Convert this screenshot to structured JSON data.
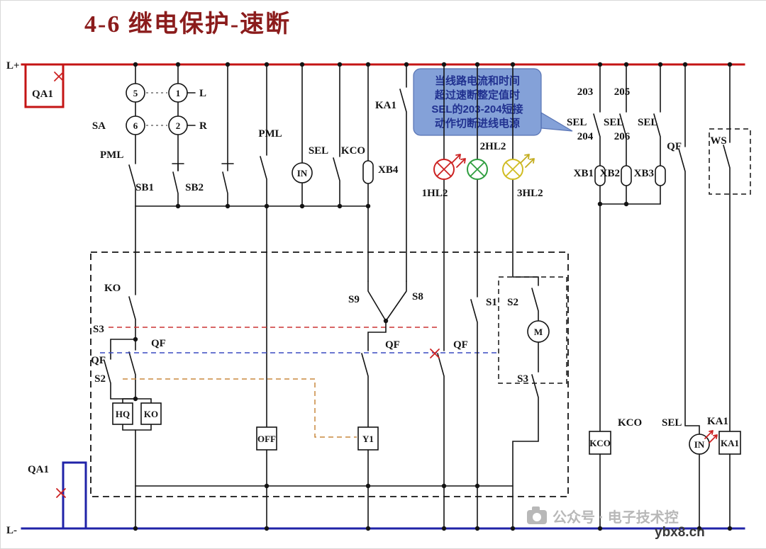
{
  "title": "4-6  继电保护-速断",
  "labels": {
    "l_plus": "L+",
    "l_minus": "L-",
    "qa1_top": "QA1",
    "qa1_bot": "QA1",
    "sa": "SA",
    "n5": "5",
    "n1": "1",
    "n6": "6",
    "n2": "2",
    "l": "L",
    "r": "R",
    "pml_left": "PML",
    "sb1": "SB1",
    "sb2": "SB2",
    "pml_mid": "PML",
    "sel_top": "SEL",
    "kco_top": "KCO",
    "in_top": "IN",
    "xb4": "XB4",
    "ka1_top": "KA1",
    "hl1": "1HL2",
    "hl2": "2HL2",
    "hl3": "3HL2",
    "n203": "203",
    "n204": "204",
    "n205": "205",
    "n206": "206",
    "sel_r1": "SEL",
    "sel_r2": "SEL",
    "sel_r3": "SEL",
    "xb1": "XB1",
    "xb2": "XB2",
    "xb3": "XB3",
    "qf_right": "QF",
    "ws": "WS",
    "ko": "KO",
    "s3": "S3",
    "qf_bypass": "QF",
    "s2": "S2",
    "qf_main": "QF",
    "hq_box": "HQ",
    "ko_box": "KO",
    "off_box": "OFF",
    "s9": "S9",
    "s8": "S8",
    "qf_mid": "QF",
    "qf_lamp": "QF",
    "y1_box": "Y1",
    "s1": "S1",
    "s2_sub": "S2",
    "m": "M",
    "s3_sub": "S3",
    "kco_bot": "KCO",
    "sel_bot": "SEL",
    "in_bot": "IN",
    "ka1_bot": "KA1"
  },
  "bubble": {
    "line1": "当线路电流和时间",
    "line2": "超过速断整定值时",
    "line3": "SEL的203-204短接",
    "line4": "动作切断进线电源"
  },
  "watermark": {
    "account": "公众号 · 电子技术控",
    "site": "ybx8.cn"
  },
  "colors": {
    "bus_positive": "#c41414",
    "bus_negative": "#2023a8",
    "wire": "#141414",
    "lamp_red": "#cc2222",
    "lamp_green": "#2f9e3f",
    "lamp_yellow": "#d0bc22",
    "bubble_bg": "#7e9dd6",
    "bubble_text": "#20308f",
    "dash_red": "#cc3333",
    "dash_blue": "#3a4ac0",
    "dash_orange": "#c8883e",
    "title": "#8b1c1c",
    "watermark": "#b8b8b8"
  }
}
